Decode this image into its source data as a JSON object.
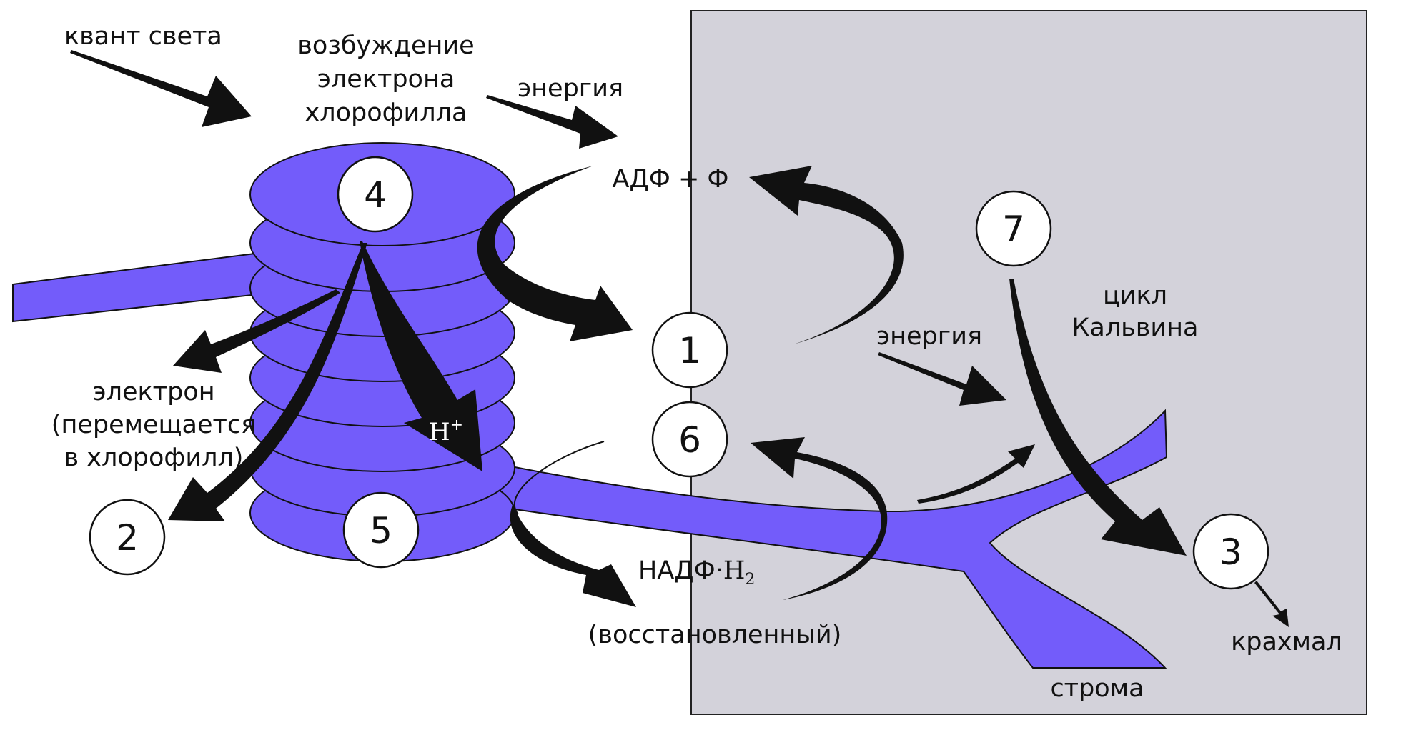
{
  "colors": {
    "membrane": "#735cfa",
    "stroma_bg": "#d3d2da",
    "arrow": "#111111",
    "circle_fill": "#ffffff"
  },
  "labels": {
    "light_quantum": "квант света",
    "excitation_line1": "возбуждение",
    "excitation_line2": "электрона",
    "excitation_line3": "хлорофилла",
    "energy_top": "энергия",
    "adp_p": "АДФ + Ф",
    "energy_mid": "энергия",
    "calvin_line1": "цикл",
    "calvin_line2": "Кальвина",
    "electron_line1": "электрон",
    "electron_line2": "(перемещается",
    "electron_line3": "в хлорофилл)",
    "h_ion_symbol": "H",
    "h_ion_charge": "+",
    "nadph_text": "НАДФ·",
    "nadph_h": "H",
    "nadph_sub": "2",
    "reduced": "(восстановленный)",
    "starch": "крахмал",
    "stroma": "строма"
  },
  "markers": [
    "1",
    "2",
    "3",
    "4",
    "5",
    "6",
    "7"
  ]
}
